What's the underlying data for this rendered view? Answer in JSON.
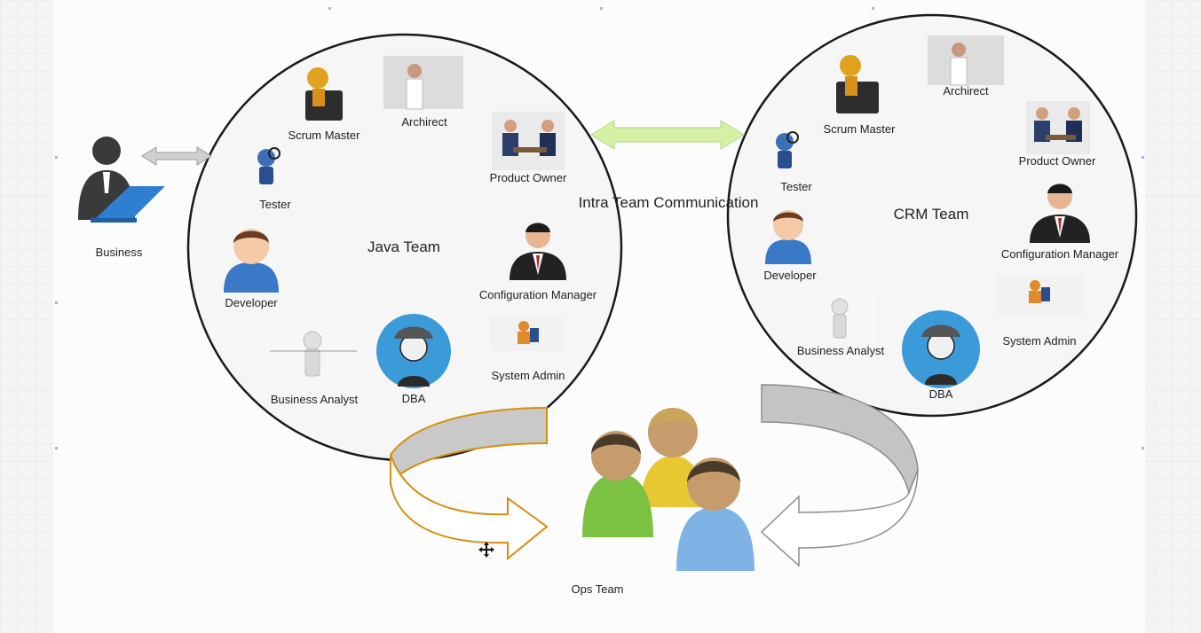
{
  "business": {
    "label": "Business"
  },
  "java_team": {
    "title": "Java Team",
    "roles": {
      "scrum_master": "Scrum Master",
      "architect": "Archirect",
      "product_owner": "Product Owner",
      "tester": "Tester",
      "developer": "Developer",
      "configuration_manager": "Configuration Manager",
      "system_admin": "System Admin",
      "business_analyst": "Business Analyst",
      "dba": "DBA"
    }
  },
  "crm_team": {
    "title": "CRM Team",
    "roles": {
      "scrum_master": "Scrum Master",
      "architect": "Archirect",
      "product_owner": "Product Owner",
      "tester": "Tester",
      "developer": "Developer",
      "configuration_manager": "Configuration Manager",
      "system_admin": "System Admin",
      "business_analyst": "Business Analyst",
      "dba": "DBA"
    }
  },
  "intra_team_communication": "Intra Team Communication",
  "ops_team": {
    "label": "Ops Team"
  },
  "colors": {
    "circle_stroke": "#1a1a1a",
    "intra_arrow": "#d6f0a6",
    "gray_arrow": "#c4c4c4",
    "orange_outline": "#d4900f",
    "dba_badge": "#3a9bd8"
  }
}
